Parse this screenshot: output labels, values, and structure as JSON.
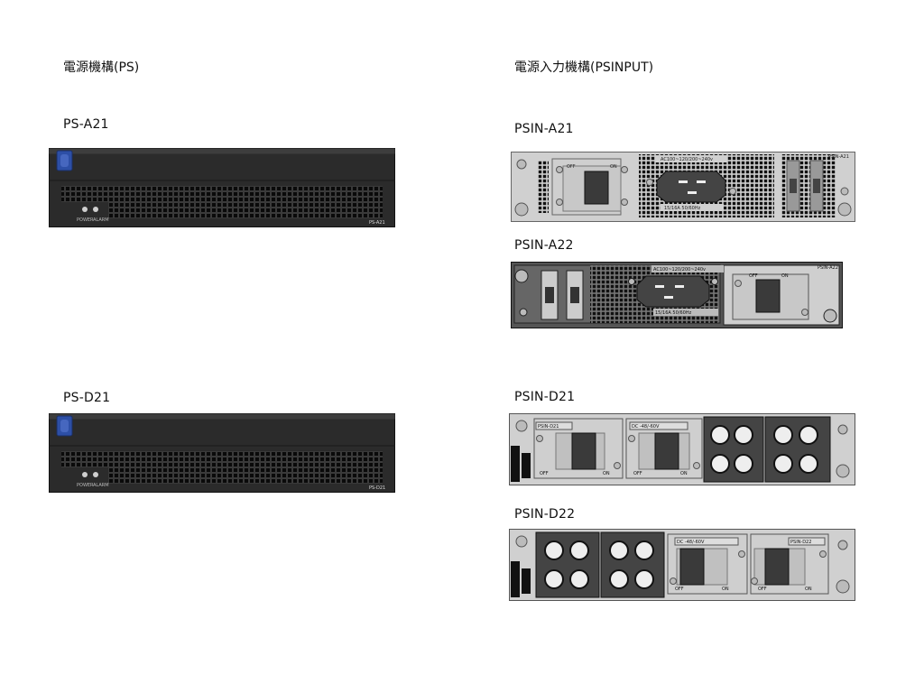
{
  "headings": {
    "ps": "電源機構(PS)",
    "psinput": "電源入力機構(PSINPUT)"
  },
  "units": {
    "ps_a21": {
      "label": "PS-A21",
      "model_mark": "PS-A21",
      "led_labels": [
        "POWER",
        "ALARM"
      ]
    },
    "ps_d21": {
      "label": "PS-D21",
      "model_mark": "PS-D21",
      "led_labels": [
        "POWER",
        "ALARM"
      ]
    },
    "psin_a21": {
      "label": "PSIN-A21",
      "model_mark": "PSIN-A21",
      "rating_top": "AC100~120/200~240v",
      "rating_bottom": "15/16A 50/60Hz",
      "switch_off": "OFF",
      "switch_on": "ON"
    },
    "psin_a22": {
      "label": "PSIN-A22",
      "model_mark": "PSIN-A22",
      "rating_top": "AC100~120/200~240v",
      "rating_bottom": "15/16A 50/60Hz",
      "switch_off": "OFF",
      "switch_on": "ON"
    },
    "psin_d21": {
      "label": "PSIN-D21",
      "model_mark": "PSIN-D21",
      "rating_top": "DC -48/-60V",
      "switch_off": "OFF",
      "switch_on": "ON"
    },
    "psin_d22": {
      "label": "PSIN-D22",
      "model_mark": "PSIN-D22",
      "rating_top": "DC -48/-60V",
      "switch_off": "OFF",
      "switch_on": "ON"
    }
  },
  "colors": {
    "ps_body": "#2b2b2b",
    "psin_light": "#d0d0d0",
    "psin_dark": "#555555",
    "lever_blue": "#2d4fa6"
  }
}
